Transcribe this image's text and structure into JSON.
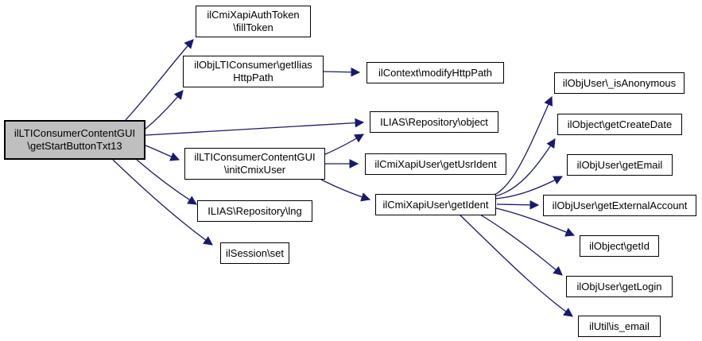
{
  "diagram": {
    "type": "call-graph",
    "edge_color": "#191970",
    "node_border_color": "#000000",
    "highlight_fill_color": "#bfbfbf",
    "node_fill_color": "#ffffff",
    "nodes": {
      "getStartButtonTxt13": {
        "lines": [
          "ilLTIConsumerContentGUI",
          "\\getStartButtonTxt13"
        ],
        "highlighted": true
      },
      "fillToken": {
        "lines": [
          "ilCmiXapiAuthToken",
          "\\fillToken"
        ],
        "highlighted": false
      },
      "getIliasHttpPath": {
        "lines": [
          "ilObjLTIConsumer\\getIlias",
          "HttpPath"
        ],
        "highlighted": false
      },
      "modifyHttpPath": {
        "lines": [
          "ilContext\\modifyHttpPath"
        ],
        "highlighted": false
      },
      "repositoryObject": {
        "lines": [
          "ILIAS\\Repository\\object"
        ],
        "highlighted": false
      },
      "initCmixUser": {
        "lines": [
          "ilLTIConsumerContentGUI",
          "\\initCmixUser"
        ],
        "highlighted": false
      },
      "getUsrIdent": {
        "lines": [
          "ilCmiXapiUser\\getUsrIdent"
        ],
        "highlighted": false
      },
      "getIdent": {
        "lines": [
          "ilCmiXapiUser\\getIdent"
        ],
        "highlighted": false
      },
      "isAnonymous": {
        "lines": [
          "ilObjUser\\_isAnonymous"
        ],
        "highlighted": false
      },
      "getCreateDate": {
        "lines": [
          "ilObject\\getCreateDate"
        ],
        "highlighted": false
      },
      "getEmail": {
        "lines": [
          "ilObjUser\\getEmail"
        ],
        "highlighted": false
      },
      "getExternalAccount": {
        "lines": [
          "ilObjUser\\getExternalAccount"
        ],
        "highlighted": false
      },
      "getId": {
        "lines": [
          "ilObject\\getId"
        ],
        "highlighted": false
      },
      "getLogin": {
        "lines": [
          "ilObjUser\\getLogin"
        ],
        "highlighted": false
      },
      "isEmail": {
        "lines": [
          "ilUtil\\is_email"
        ],
        "highlighted": false
      },
      "repositoryLng": {
        "lines": [
          "ILIAS\\Repository\\lng"
        ],
        "highlighted": false
      },
      "sessionSet": {
        "lines": [
          "ilSession\\set"
        ],
        "highlighted": false
      }
    },
    "edges": [
      {
        "from": "getStartButtonTxt13",
        "to": "fillToken"
      },
      {
        "from": "getStartButtonTxt13",
        "to": "getIliasHttpPath"
      },
      {
        "from": "getStartButtonTxt13",
        "to": "repositoryObject"
      },
      {
        "from": "getStartButtonTxt13",
        "to": "initCmixUser"
      },
      {
        "from": "getStartButtonTxt13",
        "to": "repositoryLng"
      },
      {
        "from": "getStartButtonTxt13",
        "to": "sessionSet"
      },
      {
        "from": "getIliasHttpPath",
        "to": "modifyHttpPath"
      },
      {
        "from": "initCmixUser",
        "to": "repositoryObject"
      },
      {
        "from": "initCmixUser",
        "to": "getUsrIdent"
      },
      {
        "from": "initCmixUser",
        "to": "getIdent"
      },
      {
        "from": "getIdent",
        "to": "isAnonymous"
      },
      {
        "from": "getIdent",
        "to": "getCreateDate"
      },
      {
        "from": "getIdent",
        "to": "getEmail"
      },
      {
        "from": "getIdent",
        "to": "getExternalAccount"
      },
      {
        "from": "getIdent",
        "to": "getId"
      },
      {
        "from": "getIdent",
        "to": "getLogin"
      },
      {
        "from": "getIdent",
        "to": "isEmail"
      }
    ]
  }
}
